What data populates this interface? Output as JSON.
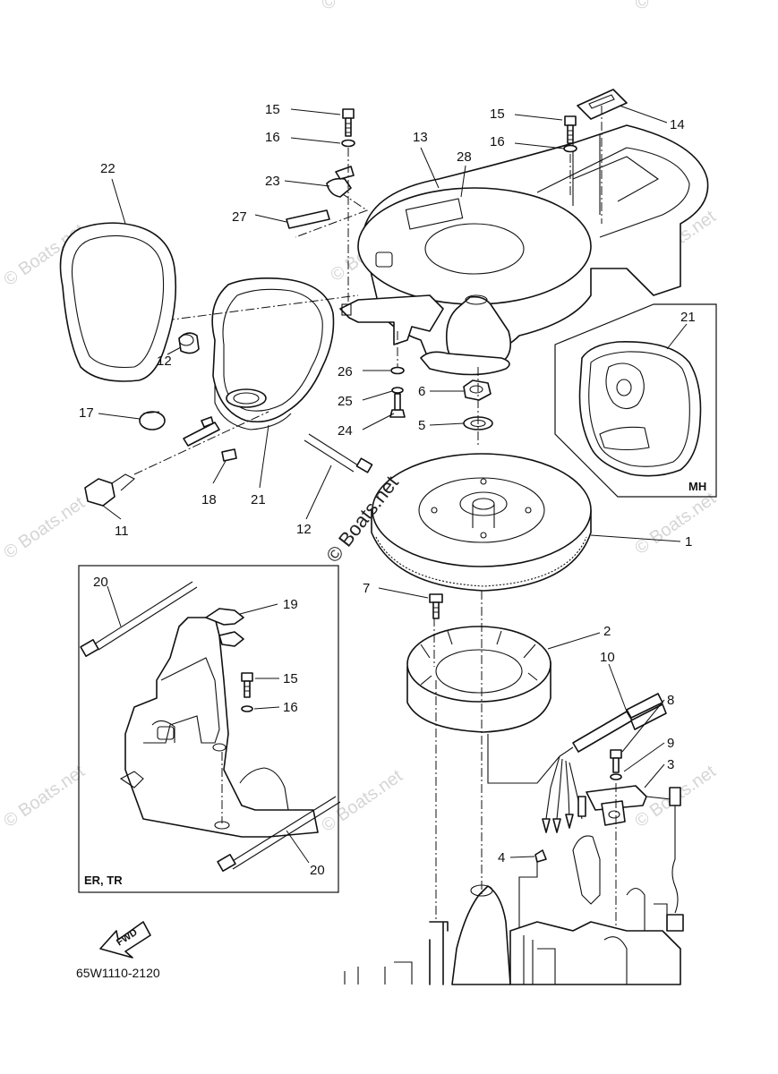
{
  "diagram": {
    "part_code": "65W1110-2120",
    "watermark": "© Boats.net",
    "fwd_label": "FWD",
    "inset_labels": {
      "mh": "MH",
      "er_tr": "ER, TR"
    },
    "callouts": {
      "c1": "1",
      "c2": "2",
      "c3": "3",
      "c4": "4",
      "c5": "5",
      "c6": "6",
      "c7": "7",
      "c8": "8",
      "c9": "9",
      "c10": "10",
      "c11": "11",
      "c12a": "12",
      "c12b": "12",
      "c13": "13",
      "c14": "14",
      "c15a": "15",
      "c15b": "15",
      "c15c": "15",
      "c16a": "16",
      "c16b": "16",
      "c16c": "16",
      "c17": "17",
      "c18": "18",
      "c19": "19",
      "c20a": "20",
      "c20b": "20",
      "c21a": "21",
      "c21b": "21",
      "c22": "22",
      "c23": "23",
      "c24": "24",
      "c25": "25",
      "c26": "26",
      "c27": "27",
      "c28": "28"
    }
  }
}
